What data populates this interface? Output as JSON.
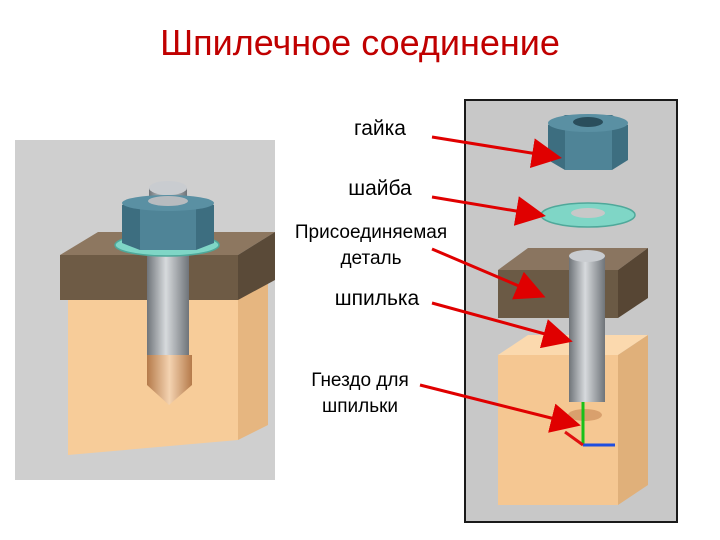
{
  "title": "Шпилечное соединение",
  "labels": {
    "nut": "гайка",
    "washer": "шайба",
    "part_line1": "Присоединяемая",
    "part_line2": "деталь",
    "stud": "шпилька",
    "socket_line1": "Гнездо для",
    "socket_line2": "шпильки"
  },
  "colors": {
    "title": "#c00000",
    "arrow": "#e00000",
    "panel_bg": "#c8c8c8",
    "panel_border": "#1a1a1a",
    "base_block": "#f5c792",
    "clamped_part": "#6b5a45",
    "nut": "#3d6e80",
    "washer": "#7fd6c6",
    "stud": "#9a9ea3"
  }
}
